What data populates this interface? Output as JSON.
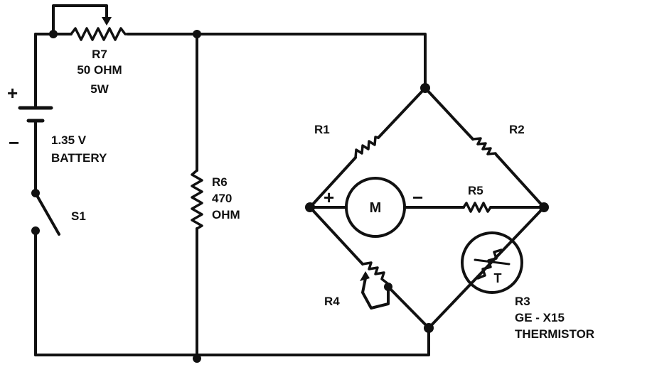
{
  "components": {
    "r7": {
      "name": "R7",
      "value": "50 OHM",
      "rating": "5W"
    },
    "battery": {
      "plus": "+",
      "minus": "−",
      "voltage": "1.35 V",
      "name": "BATTERY"
    },
    "s1": {
      "name": "S1"
    },
    "r6": {
      "name": "R6",
      "value": "470",
      "unit": "OHM"
    },
    "r1": {
      "name": "R1"
    },
    "r2": {
      "name": "R2"
    },
    "r5": {
      "name": "R5"
    },
    "meter": {
      "symbol": "M",
      "plus": "+",
      "minus": "−"
    },
    "r4": {
      "name": "R4"
    },
    "r3": {
      "name": "R3",
      "type": "GE - X15",
      "desc": "THERMISTOR",
      "symbol": "T"
    }
  }
}
